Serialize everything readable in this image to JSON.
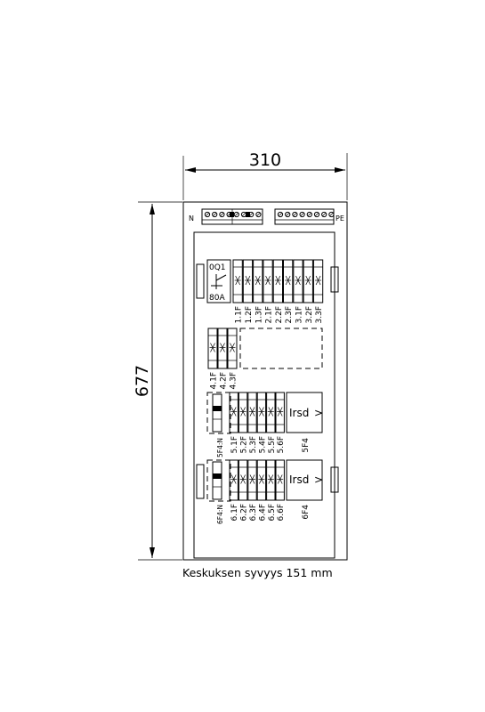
{
  "dimensions": {
    "width_label": "310",
    "height_label": "677"
  },
  "terminals": {
    "neutral_label": "N",
    "earth_label": "PE"
  },
  "main_switch": {
    "id": "0Q1",
    "rating": "80A"
  },
  "row1": {
    "breakers": [
      "1.1F",
      "1.2F",
      "1.3F",
      "2.1F",
      "2.2F",
      "2.3F",
      "3.1F",
      "3.2F",
      "3.3F"
    ]
  },
  "row2": {
    "breakers": [
      "4.1F",
      "4.2F",
      "4.3F"
    ]
  },
  "row3": {
    "neutral_block": "5F4:N",
    "breakers": [
      "5.1F",
      "5.2F",
      "5.3F",
      "5.4F",
      "5.5F",
      "5.6F"
    ],
    "rcd_text": "Irsd",
    "rcd_symbol": ">",
    "rcd_id": "5F4"
  },
  "row4": {
    "neutral_block": "6F4:N",
    "breakers": [
      "6.1F",
      "6.2F",
      "6.3F",
      "6.4F",
      "6.5F",
      "6.6F"
    ],
    "rcd_text": "Irsd",
    "rcd_symbol": ">",
    "rcd_id": "6F4"
  },
  "footer": {
    "depth_note": "Keskuksen syvyys 151 mm"
  }
}
